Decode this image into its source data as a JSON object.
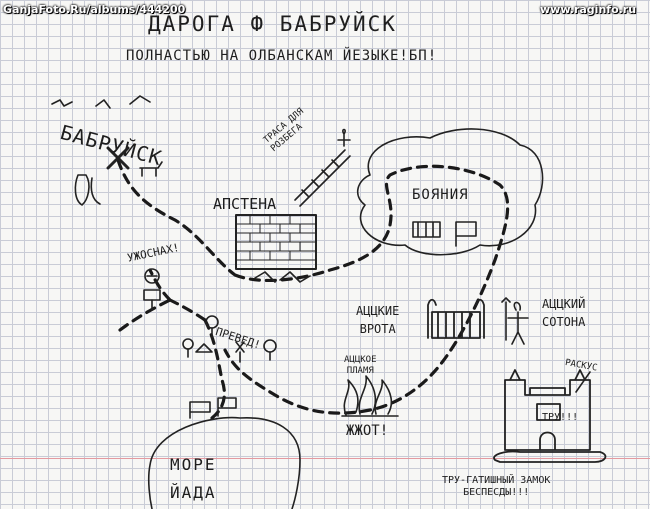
{
  "watermarks": {
    "left": "GanjaFoto.Ru/albums/444200",
    "right": "www.raginfo.ru"
  },
  "title": "ДАРОГА Ф БАБРУЙСК",
  "subtitle": "ПОЛНАСТЬЮ НА ОЛБАНСКАМ ЙЕЗЫКЕ!БП!",
  "places": {
    "babruisk": "БАБРУЙСК",
    "apstena": "АПСТЕНА",
    "trassa": [
      "ТРАСА ДЛЯ",
      "РОЗБЕГА"
    ],
    "boyaniya": "БОЯНИЯ",
    "uzhosnah": "УЖОСНАХ!",
    "preved": "ПРЕВЕД!",
    "gates": [
      "АЦЦКИЕ",
      "ВРОТА"
    ],
    "satan": [
      "АЦЦКИЙ",
      "СОТОНА"
    ],
    "plamya": [
      "АЦЦКОЕ",
      "ПЛАМЯ"
    ],
    "zhzhot": "ЖЖОТ!",
    "sea": [
      "МОРЕ",
      "ЙАДА"
    ],
    "raskhus": "РАСКУС",
    "tru": "ТРУ!!!",
    "castle": [
      "ТРУ-ГАТИШНЫЙ ЗАМОК",
      "БЕСПЕСДЫ!!!"
    ]
  }
}
